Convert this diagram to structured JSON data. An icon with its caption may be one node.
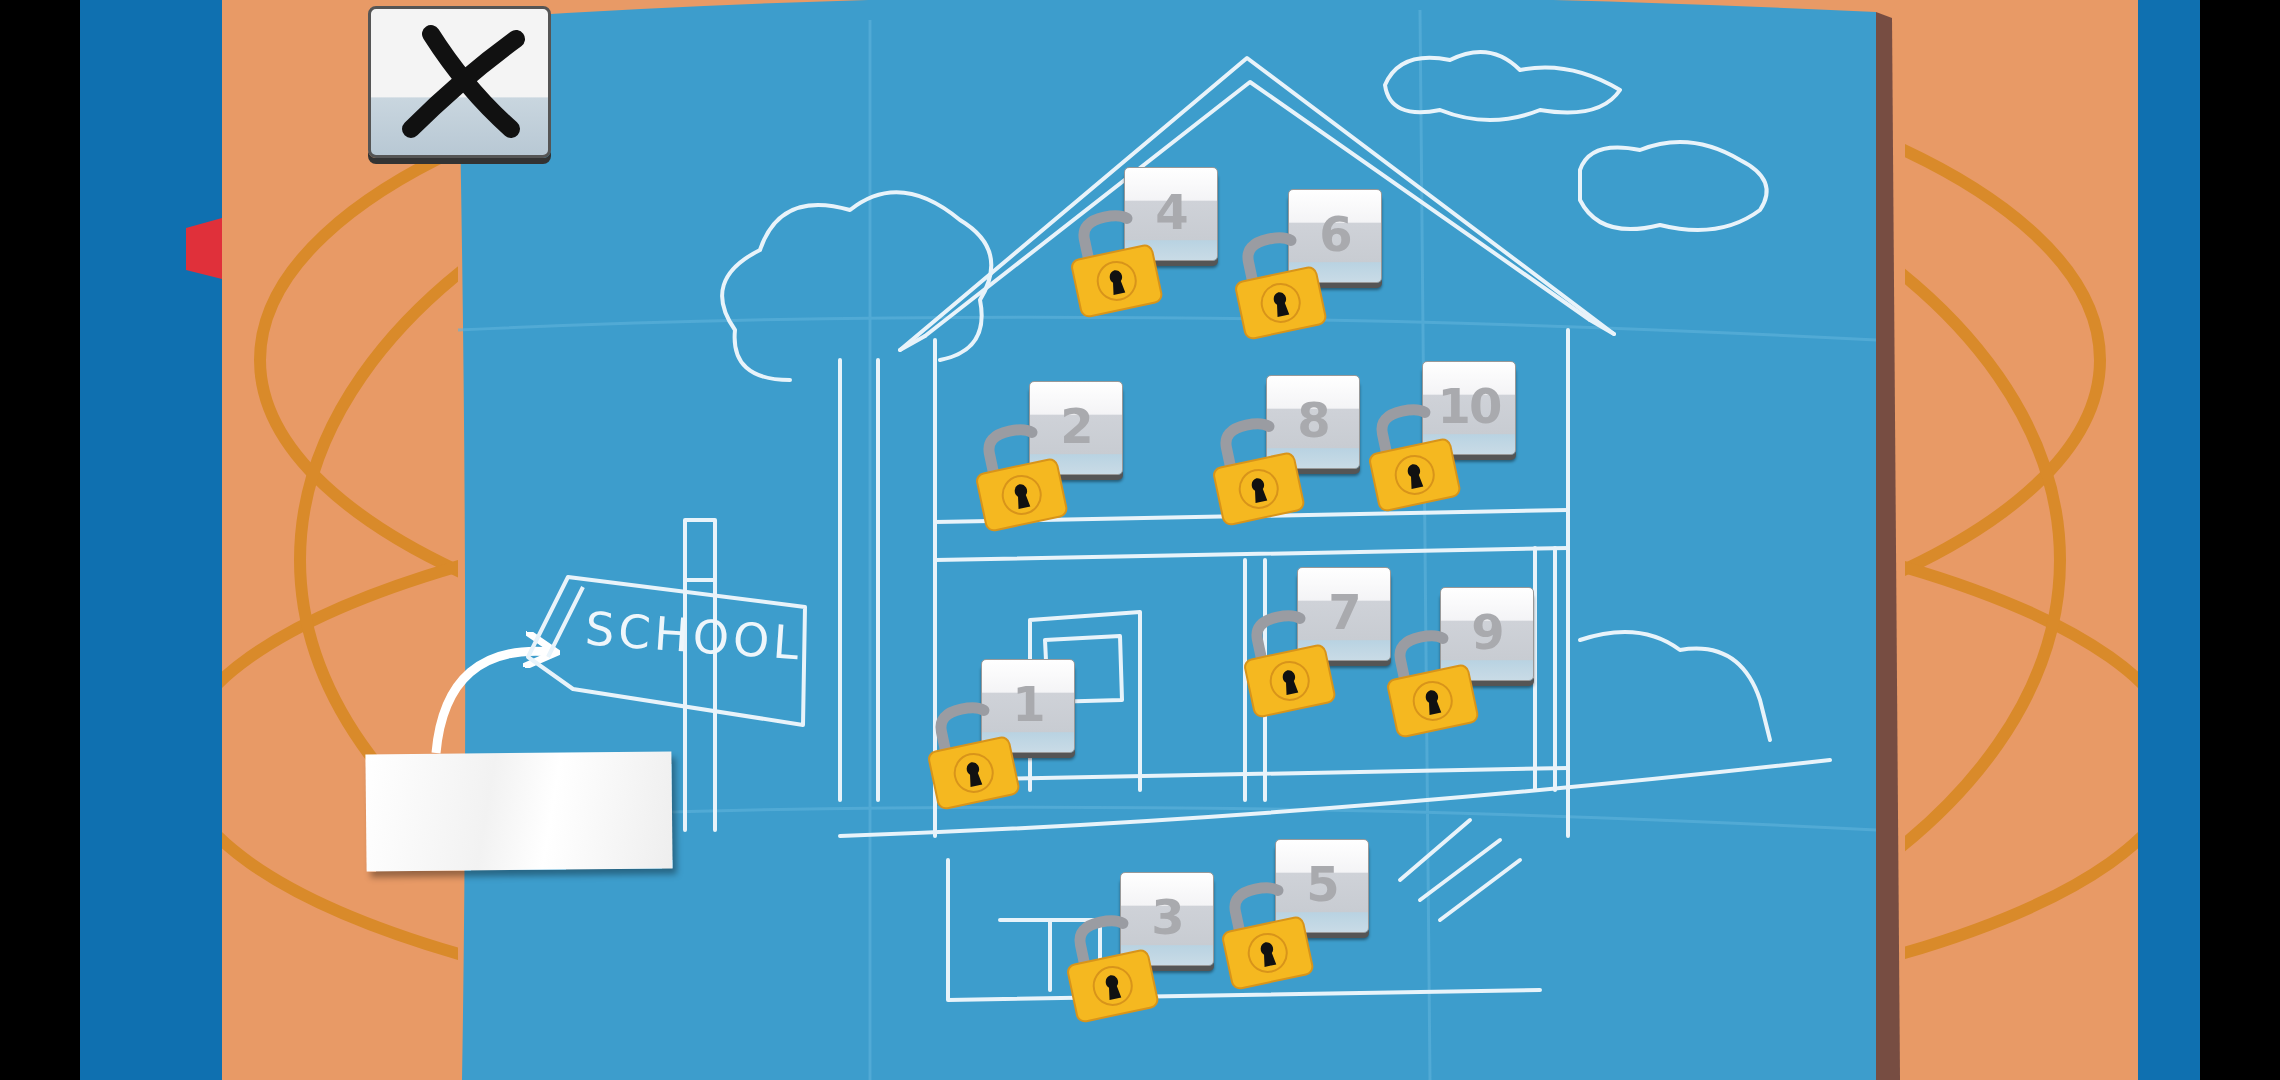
{
  "diagram": {
    "nodes": [
      {
        "text": [],
        "shape": "box"
      },
      {
        "text": [
          "SCHOOL"
        ]
      },
      {
        "text": [
          "4"
        ]
      },
      {
        "text": [
          "6"
        ]
      },
      {
        "text": [
          "2"
        ]
      },
      {
        "text": [
          "8"
        ]
      },
      {
        "text": [
          "10"
        ]
      },
      {
        "text": [
          "7"
        ]
      },
      {
        "text": [
          "9"
        ]
      },
      {
        "text": [
          "1"
        ]
      },
      {
        "text": [
          "3"
        ]
      },
      {
        "text": [
          "5"
        ]
      }
    ],
    "edges": [
      {
        "from": 0,
        "to": 1,
        "arrow": "to"
      }
    ]
  }
}
